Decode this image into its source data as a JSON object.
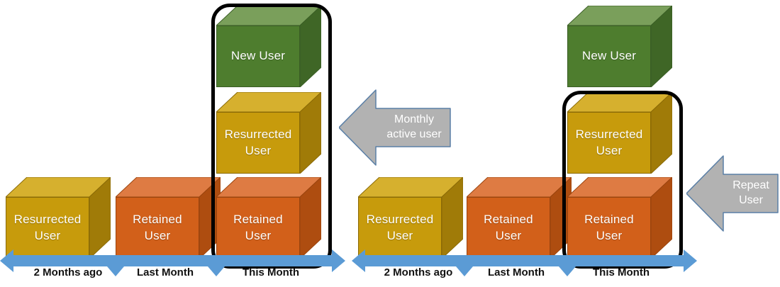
{
  "diagram": {
    "title": "Monthly active user composition",
    "colors": {
      "new_user_front": "#4E7D2E",
      "new_user_top": "#7A9F5B",
      "new_user_side": "#3F6626",
      "resurrected_front": "#C79B0C",
      "resurrected_top": "#D6B02E",
      "resurrected_side": "#A07B08",
      "retained_front": "#D2601A",
      "retained_top": "#DE7B43",
      "retained_side": "#AE4D10",
      "timeline": "#5B9BD5",
      "callout_fill": "#B2B2B2",
      "callout_stroke": "#5A7FA6",
      "highlight": "#000000",
      "label_text": "#FFFFFF",
      "axis_text": "#111111"
    },
    "box_labels": {
      "new_user": "New User",
      "resurrected_user": "Resurrected\nUser",
      "retained_user": "Retained\nUser"
    },
    "groups": [
      {
        "name": "left-group",
        "timeline_labels": [
          "2 Months ago",
          "Last Month",
          "This Month"
        ],
        "columns": [
          {
            "period": "2 Months ago",
            "stack": [
              {
                "label": "Resurrected User",
                "type": "resurrected"
              }
            ]
          },
          {
            "period": "Last Month",
            "stack": [
              {
                "label": "Retained User",
                "type": "retained"
              }
            ]
          },
          {
            "period": "This Month",
            "highlighted": true,
            "stack": [
              {
                "label": "New User",
                "type": "new"
              },
              {
                "label": "Resurrected User",
                "type": "resurrected"
              },
              {
                "label": "Retained User",
                "type": "retained"
              }
            ]
          }
        ],
        "callout": {
          "label": "Monthly\nactive user",
          "line1": "Monthly",
          "line2": "active user",
          "direction": "left"
        }
      },
      {
        "name": "right-group",
        "timeline_labels": [
          "2 Months ago",
          "Last Month",
          "This Month"
        ],
        "columns": [
          {
            "period": "2 Months ago",
            "stack": [
              {
                "label": "Resurrected User",
                "type": "resurrected"
              }
            ]
          },
          {
            "period": "Last Month",
            "stack": [
              {
                "label": "Retained User",
                "type": "retained"
              }
            ]
          },
          {
            "period": "This Month",
            "highlighted": true,
            "stack": [
              {
                "label": "New User",
                "type": "new",
                "highlighted": false
              },
              {
                "label": "Resurrected User",
                "type": "resurrected",
                "highlighted": true
              },
              {
                "label": "Retained User",
                "type": "retained",
                "highlighted": true
              }
            ]
          }
        ],
        "callout": {
          "label": "Repeat\nUser",
          "line1": "Repeat",
          "line2": "User",
          "direction": "left"
        }
      }
    ]
  },
  "labels": {
    "g1_c1_line1": "Resurrected",
    "g1_c1_line2": "User",
    "g1_c2_line1": "Retained",
    "g1_c2_line2": "User",
    "g1_c3_new": "New User",
    "g1_c3_res_line1": "Resurrected",
    "g1_c3_res_line2": "User",
    "g1_c3_ret_line1": "Retained",
    "g1_c3_ret_line2": "User",
    "g2_c1_line1": "Resurrected",
    "g2_c1_line2": "User",
    "g2_c2_line1": "Retained",
    "g2_c2_line2": "User",
    "g2_c3_new": "New User",
    "g2_c3_res_line1": "Resurrected",
    "g2_c3_res_line2": "User",
    "g2_c3_ret_line1": "Retained",
    "g2_c3_ret_line2": "User",
    "tl1_s1": "2 Months ago",
    "tl1_s2": "Last Month",
    "tl1_s3": "This Month",
    "tl2_s1": "2 Months ago",
    "tl2_s2": "Last Month",
    "tl2_s3": "This Month",
    "callout1_line1": "Monthly",
    "callout1_line2": "active user",
    "callout2_line1": "Repeat",
    "callout2_line2": "User"
  }
}
